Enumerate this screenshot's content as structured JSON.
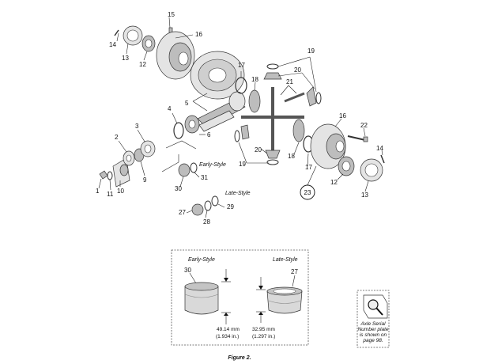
{
  "callouts": {
    "n1": "1",
    "n2": "2",
    "n3": "3",
    "n4": "4",
    "n5": "5",
    "n6": "6",
    "n9": "9",
    "n10": "10",
    "n11": "11",
    "n12a": "12",
    "n12b": "12",
    "n13a": "13",
    "n13b": "13",
    "n14a": "14",
    "n14b": "14",
    "n15": "15",
    "n16a": "16",
    "n16b": "16",
    "n17a": "17",
    "n17b": "17",
    "n18a": "18",
    "n18b": "18",
    "n19a": "19",
    "n19b": "19",
    "n20a": "20",
    "n20b": "20",
    "n21": "21",
    "n22": "22",
    "n23": "23",
    "n27": "27",
    "n28": "28",
    "n29": "29",
    "n30": "30",
    "n31": "31"
  },
  "styles": {
    "early": "Early-Style",
    "late": "Late-Style"
  },
  "inset": {
    "early_title": "Early-Style",
    "late_title": "Late-Style",
    "early_num": "30",
    "late_num": "27",
    "early_mm": "49.14 mm",
    "early_in": "(1.934 in.)",
    "late_mm": "32.95 mm",
    "late_in": "(1.297 in.)"
  },
  "note": {
    "line1": "Axle Serial",
    "line2": "Number plate",
    "line3": "is shown on",
    "line4": "page 98."
  },
  "figure_caption": "Figure 2."
}
